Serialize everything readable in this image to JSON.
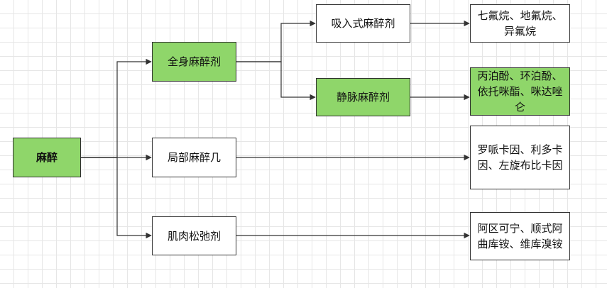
{
  "colors": {
    "highlight": "#8fd66a",
    "line": "#333333",
    "grid": "#e6e6e6"
  },
  "nodes": {
    "root": "麻醉",
    "general": "全身麻醉剂",
    "local": "局部麻醉几",
    "muscle": "肌肉松弛剂",
    "inhaled": "吸入式麻醉剂",
    "iv": "静脉麻醉剂",
    "inhaled_examples": "七氟烷、地氟烷、异氟烷",
    "iv_examples": "丙泊酚、环泊酚、依托咪酯、咪达唑仑",
    "local_examples": "罗哌卡因、利多卡因、左旋布比卡因",
    "muscle_examples": "阿区可宁、顺式阿曲库铵、维库溴铵"
  }
}
